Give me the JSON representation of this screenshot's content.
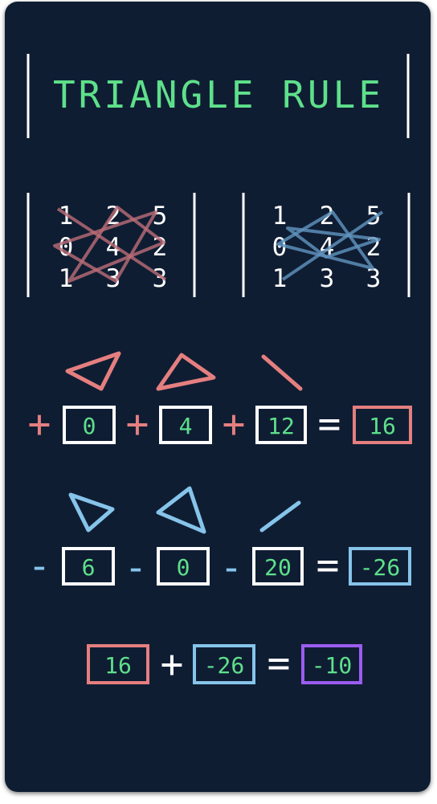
{
  "title": "TRIANGLE RULE",
  "colors": {
    "background": "#0f1d33",
    "text_white": "#ffffff",
    "title_green": "#5ee08b",
    "value_green": "#5ee08b",
    "positive_red": "#e57f7f",
    "negative_blue": "#86c4ea",
    "result_purple": "#9b5cf0"
  },
  "matrix_left": {
    "rows": [
      [
        "1",
        "2",
        "5"
      ],
      [
        "0",
        "4",
        "2"
      ],
      [
        "1",
        "3",
        "3"
      ]
    ]
  },
  "matrix_right": {
    "rows": [
      [
        "1",
        "2",
        "5"
      ],
      [
        "0",
        "4",
        "2"
      ],
      [
        "1",
        "3",
        "3"
      ]
    ]
  },
  "positive_row": {
    "icons": [
      "triangle-left-icon",
      "triangle-right-icon",
      "diagonal-line-down-icon"
    ],
    "signs": [
      "+",
      "+",
      "+"
    ],
    "values": [
      "0",
      "4",
      "12"
    ],
    "equals": "=",
    "result": "16"
  },
  "negative_row": {
    "icons": [
      "triangle-down-icon",
      "triangle-up-icon",
      "diagonal-line-up-icon"
    ],
    "signs": [
      "-",
      "-",
      "-"
    ],
    "values": [
      "6",
      "0",
      "20"
    ],
    "equals": "=",
    "result": "-26"
  },
  "final_row": {
    "left": "16",
    "plus": "+",
    "right": "-26",
    "equals": "=",
    "result": "-10"
  }
}
